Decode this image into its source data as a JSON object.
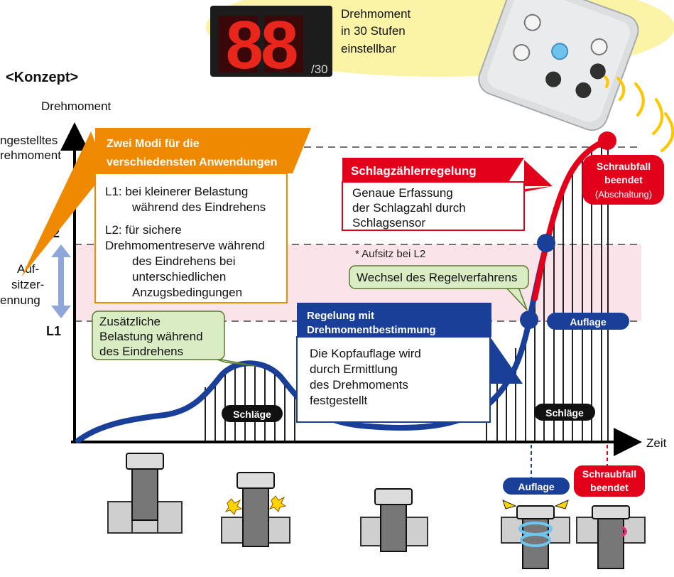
{
  "header": {
    "display_digits": "88",
    "display_suffix": "/30",
    "display_caption": [
      "Drehmoment",
      "in 30 Stufen",
      "einstellbar"
    ],
    "concept_title": "<Konzept>"
  },
  "axes": {
    "y_title": "Drehmoment",
    "x_title": "Zeit",
    "set_torque_label": [
      "ngestelltes",
      "rehmoment"
    ],
    "level_l2": "L2",
    "level_l1": "L1",
    "seating_label": [
      "Auf-",
      "sitzer-",
      "ennung"
    ]
  },
  "mode_box": {
    "title": [
      "Zwei Modi für die",
      "verschiedensten Anwendungen"
    ],
    "l1_text": [
      "L1: bei kleinerer Belastung",
      "während des Eindrehens"
    ],
    "l2_text": [
      "L2: für sichere",
      "Drehmomentreserve während",
      "des Eindrehens bei",
      "unterschiedlichen",
      "Anzugsbedingungen"
    ]
  },
  "count_box": {
    "title": "Schlagzählerregelung",
    "text": [
      "Genaue Erfassung",
      "der Schlagzahl durch",
      "Schlagsensor"
    ]
  },
  "torque_box": {
    "title": [
      "Regelung mit",
      "Drehmomentbestimmung"
    ],
    "text": [
      "Die Kopfauflage wird",
      "durch Ermittlung",
      "des Drehmoments",
      "festgestellt"
    ]
  },
  "callouts": {
    "extra_load": [
      "Zusätzliche",
      "Belastung während",
      "des Eindrehens"
    ],
    "switch_method": "Wechsel des Regelverfahrens",
    "seating_note": "* Aufsitz bei L2"
  },
  "badges": {
    "impacts": "Schläge",
    "seating": "Auflage",
    "done_title": [
      "Schraubfall",
      "beendet"
    ],
    "done_note": "(Abschaltung)"
  },
  "colors": {
    "blue": "#1a3f98",
    "red": "#e3001b",
    "orange": "#ef8a00",
    "green_callout": "#d9ecc3",
    "pink_band": "#fbe3ea",
    "yellow": "#fbf3a6"
  }
}
